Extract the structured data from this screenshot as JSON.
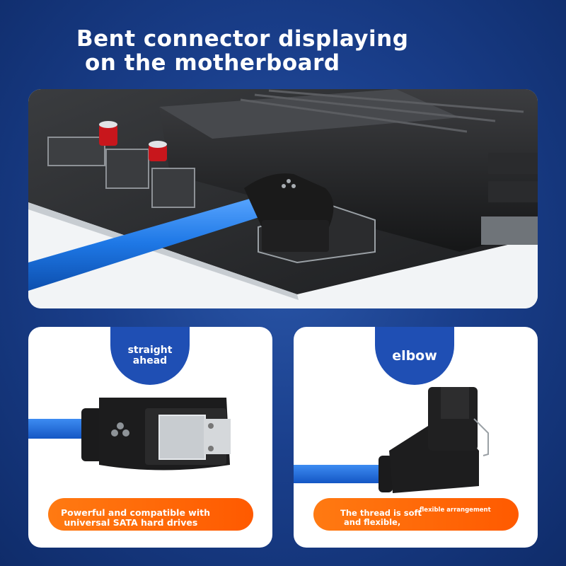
{
  "title": {
    "line1": "Bent connector displaying",
    "line2": "on the motherboard"
  },
  "left_card": {
    "badge_line1": "straight",
    "badge_line2": "ahead",
    "caption_line1": "Powerful and compatible with",
    "caption_line2": " universal SATA hard drives"
  },
  "right_card": {
    "badge": "elbow",
    "caption_part1": "The thread is soft",
    "caption_part2": "and flexible,",
    "caption_overlay": "flexible arrangement"
  },
  "colors": {
    "background": "#1a3f8c",
    "badge_blue": "#1f4fb4",
    "cable_blue": "#1e78e6",
    "pill_orange": "#ff6a0a",
    "connector_black": "#1a1a1a"
  }
}
